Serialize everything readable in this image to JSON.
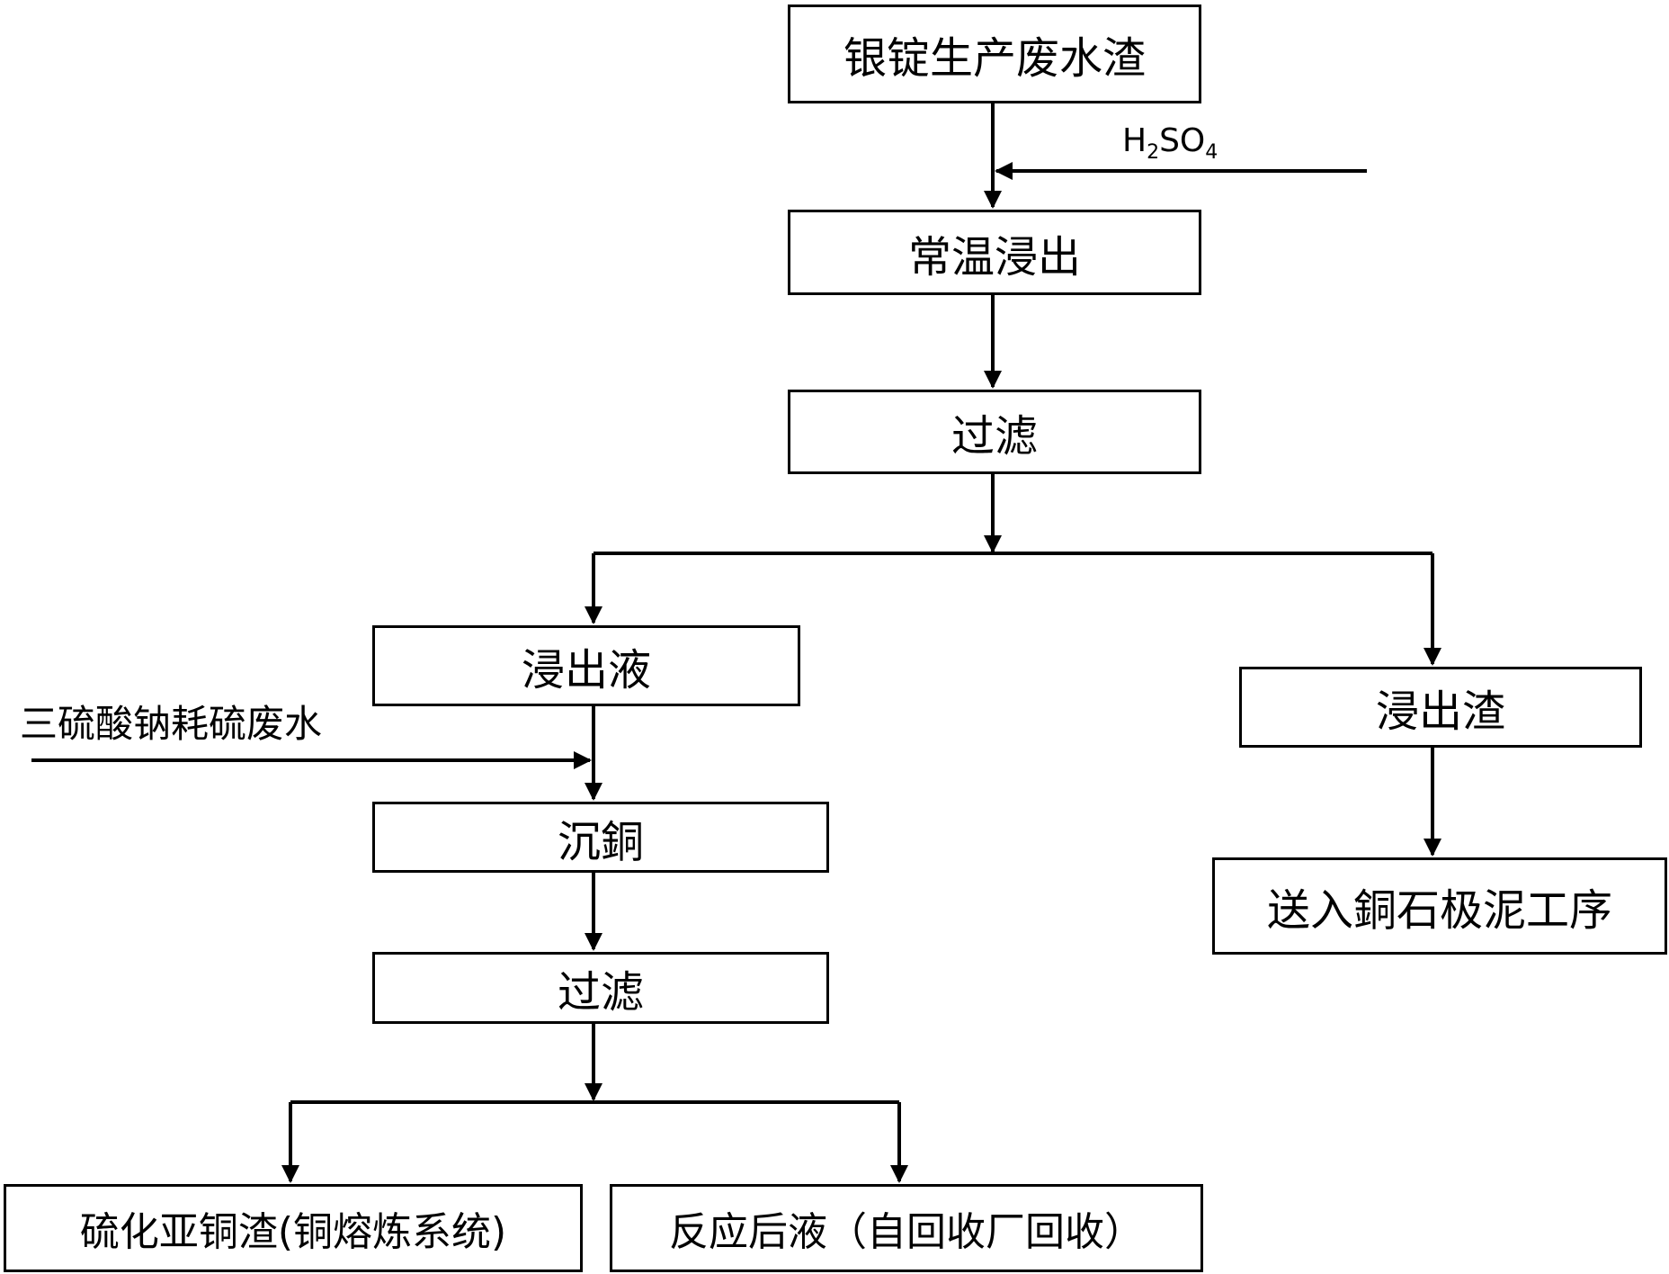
{
  "nodes": {
    "start": "银锭生产废水渣",
    "leach": "常温浸出",
    "filter1": "过滤",
    "leachate": "浸出液",
    "leach_residue": "浸出渣",
    "send": "送入銅石极泥工序",
    "precip": "沉銅",
    "filter2": "过滤",
    "product1": "硫化亚铜渣(铜熔炼系统)",
    "product2": "反应后液（自回收厂回收）"
  },
  "inputs": {
    "h2so4": {
      "base": "H",
      "sub1": "2",
      "mid": "SO",
      "sub2": "4"
    },
    "reagent": "三硫酸钠耗硫废水"
  },
  "colors": {
    "line": "#000000",
    "box_border": "#000000",
    "background": "#ffffff"
  }
}
